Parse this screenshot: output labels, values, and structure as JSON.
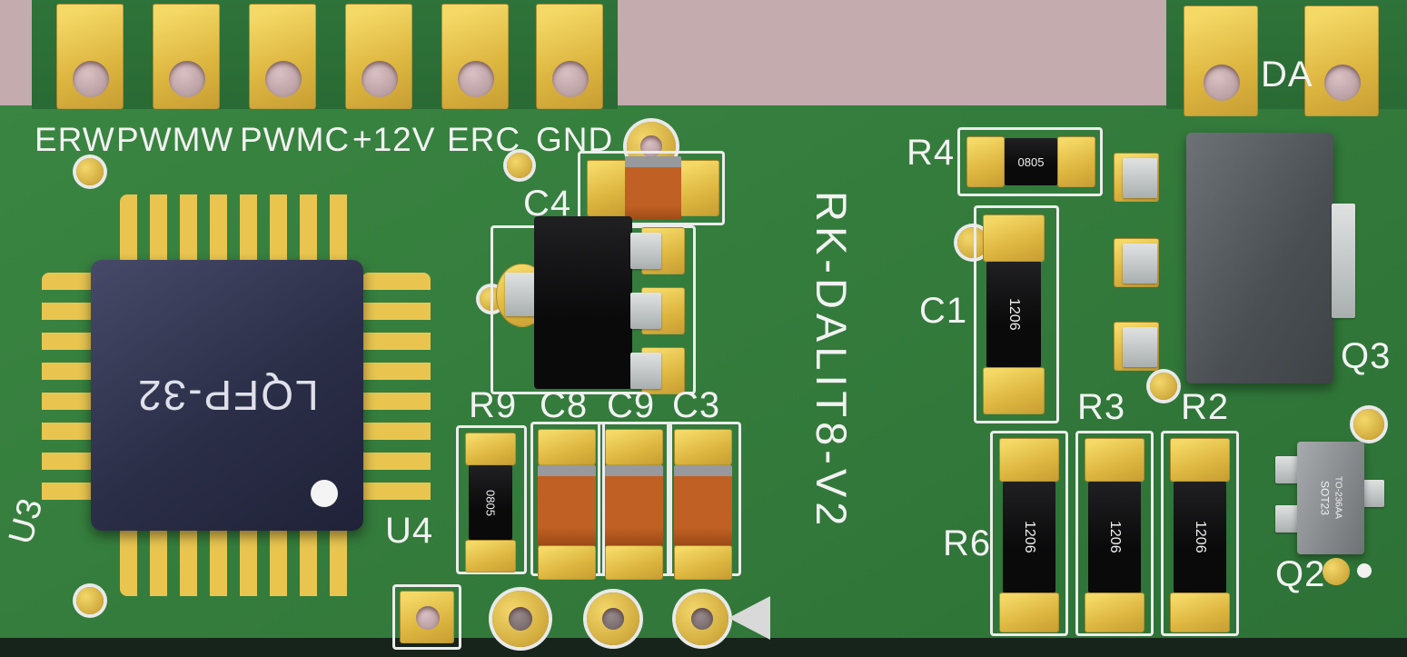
{
  "board": {
    "title": "RK-DALIT8-V2",
    "colors": {
      "background": "#c3abae",
      "pcb_green": "#37813e",
      "pcb_green_dark": "#2b6d35",
      "pad_gold": "#e8c44e",
      "silkscreen": "#f2f2f2",
      "ic_body": "#2b2e47",
      "component_black": "#0d0d0d",
      "capacitor_orange": "#bf5f22",
      "lead_gray": "#c0c2c2",
      "transistor_gray": "#565b5f"
    }
  },
  "connectors": {
    "left_labels": [
      "ERW",
      "PWMW",
      "PWMC",
      "+12V",
      "ERC",
      "GND"
    ],
    "right_label": "DA"
  },
  "components": {
    "u3": {
      "ref": "U3",
      "marking": "LQFP-32"
    },
    "u4": {
      "ref": "U4"
    },
    "c4": {
      "ref": "C4"
    },
    "r9": {
      "ref": "R9",
      "marking": "0805"
    },
    "c8": {
      "ref": "C8"
    },
    "c9": {
      "ref": "C9"
    },
    "c3": {
      "ref": "C3"
    },
    "r4": {
      "ref": "R4",
      "marking": "0805"
    },
    "c1": {
      "ref": "C1",
      "marking": "1206"
    },
    "q3": {
      "ref": "Q3"
    },
    "r3": {
      "ref": "R3",
      "marking": "1206"
    },
    "r2": {
      "ref": "R2",
      "marking": "1206"
    },
    "r6": {
      "ref": "R6",
      "marking": "1206"
    },
    "q2": {
      "ref": "Q2",
      "marking_line1": "SOT23",
      "marking_line2": "TO-236AA"
    }
  }
}
